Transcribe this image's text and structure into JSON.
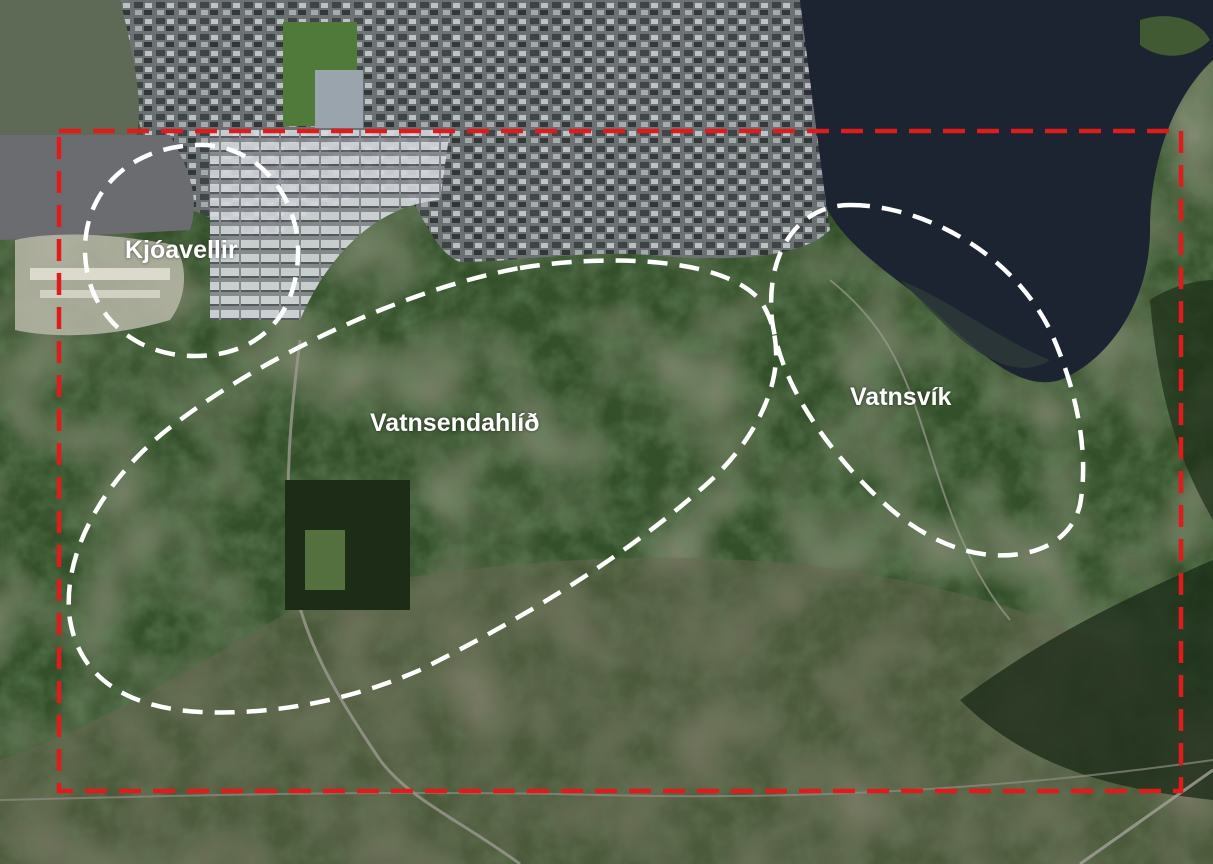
{
  "map": {
    "colors": {
      "study_area_outline": "#e01b1b",
      "zone_outline": "#ffffff",
      "vegetation": "#2f4a24",
      "lake": "#1b2430",
      "urban": "#7c8088"
    },
    "zones": [
      {
        "id": "kjoavellir",
        "label": "Kjóavellir"
      },
      {
        "id": "vatnsendahlid",
        "label": "Vatnsendahlíð"
      },
      {
        "id": "vatnsvik",
        "label": "Vatnsvík"
      }
    ]
  }
}
